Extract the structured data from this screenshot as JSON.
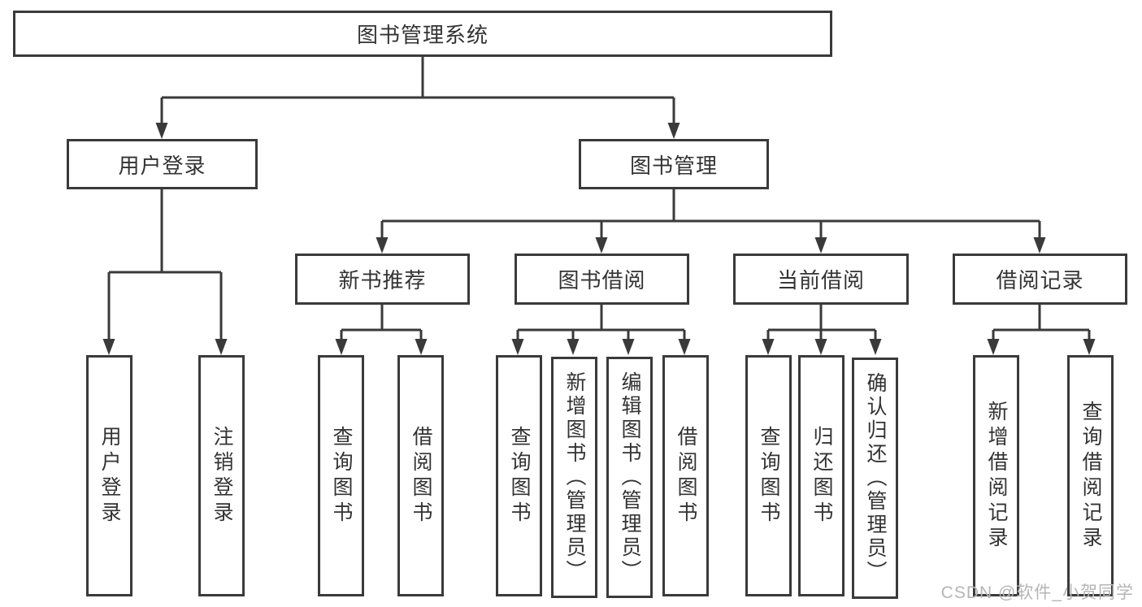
{
  "diagram": {
    "type": "hierarchy-tree",
    "title": "图书管理系统",
    "colors": {
      "line": "#3a3a3a",
      "box_border": "#3a3a3a",
      "text": "#333333",
      "background": "#ffffff",
      "watermark": "#b5b5b5"
    },
    "root": {
      "label": "图书管理系统"
    },
    "level2": [
      {
        "label": "用户登录",
        "parent": "图书管理系统"
      },
      {
        "label": "图书管理",
        "parent": "图书管理系统"
      }
    ],
    "level3": [
      {
        "label": "新书推荐",
        "parent": "图书管理"
      },
      {
        "label": "图书借阅",
        "parent": "图书管理"
      },
      {
        "label": "当前借阅",
        "parent": "图书管理"
      },
      {
        "label": "借阅记录",
        "parent": "图书管理"
      }
    ],
    "leaves": [
      {
        "label": "用户登录",
        "parent": "用户登录"
      },
      {
        "label": "注销登录",
        "parent": "用户登录"
      },
      {
        "label": "查询图书",
        "parent": "新书推荐"
      },
      {
        "label": "借阅图书",
        "parent": "新书推荐"
      },
      {
        "label": "查询图书",
        "parent": "图书借阅"
      },
      {
        "label": "新增图书（管理员）",
        "parent": "图书借阅"
      },
      {
        "label": "编辑图书（管理员）",
        "parent": "图书借阅"
      },
      {
        "label": "借阅图书",
        "parent": "图书借阅"
      },
      {
        "label": "查询图书",
        "parent": "当前借阅"
      },
      {
        "label": "归还图书",
        "parent": "当前借阅"
      },
      {
        "label": "确认归还（管理员）",
        "parent": "当前借阅"
      },
      {
        "label": "新增借阅记录",
        "parent": "借阅记录"
      },
      {
        "label": "查询借阅记录",
        "parent": "借阅记录"
      }
    ]
  },
  "watermark": "CSDN @软件_小贺同学"
}
